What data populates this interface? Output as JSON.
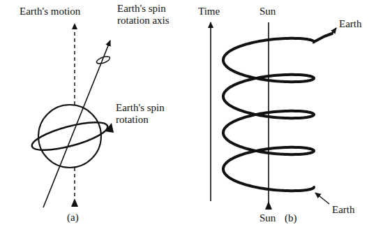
{
  "diagram": {
    "labels": [
      "Earth's motion",
      "Earth's spin rotation axis",
      "Earth's spin rotation",
      "(a)",
      "Time",
      "Sun",
      "Earth",
      "Sun",
      "Earth",
      "(b)"
    ]
  }
}
